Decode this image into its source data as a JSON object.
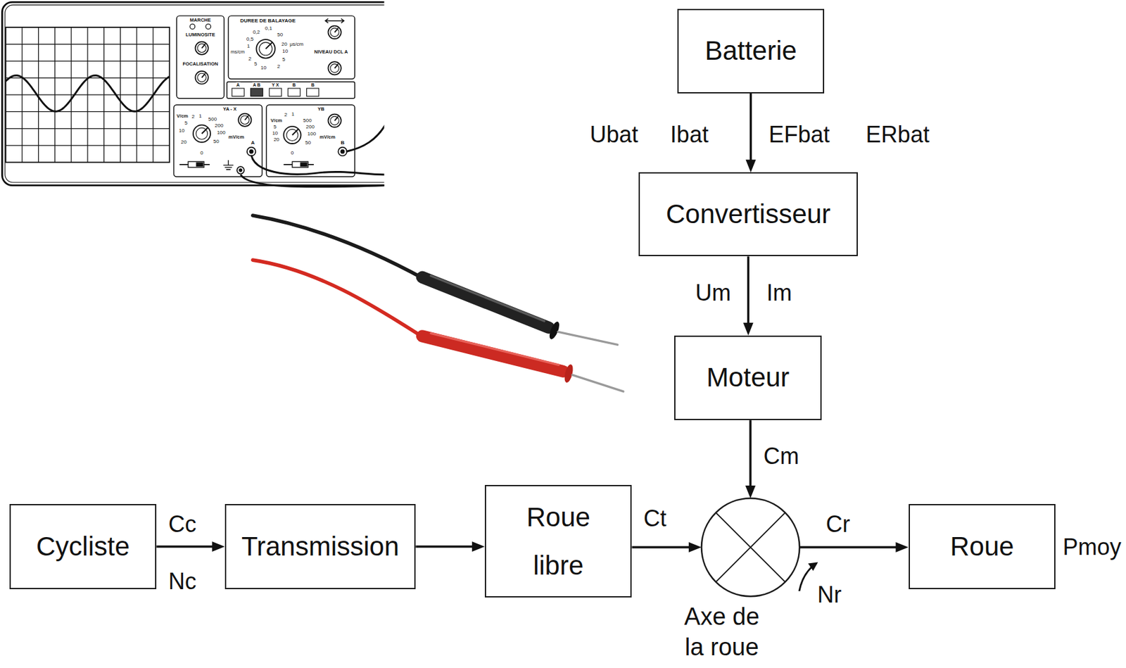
{
  "diagram": {
    "nodes": [
      {
        "text": [
          "Batterie"
        ]
      },
      {
        "text": [
          "Convertisseur"
        ]
      },
      {
        "text": [
          "Moteur"
        ]
      },
      {
        "text": [
          "Cycliste"
        ]
      },
      {
        "text": [
          "Transmission"
        ]
      },
      {
        "text": [
          "Roue libre"
        ]
      },
      {
        "text": [
          "Axe de la roue"
        ]
      },
      {
        "text": [
          "Roue"
        ]
      }
    ],
    "edges": [
      {
        "from": 0,
        "to": 1,
        "arrow": "to"
      },
      {
        "from": 1,
        "to": 2,
        "arrow": "to"
      },
      {
        "from": 2,
        "to": 6,
        "arrow": "to"
      },
      {
        "from": 3,
        "to": 4,
        "arrow": "to"
      },
      {
        "from": 4,
        "to": 5,
        "arrow": "to"
      },
      {
        "from": 5,
        "to": 6,
        "arrow": "to"
      },
      {
        "from": 6,
        "to": 7,
        "arrow": "to"
      }
    ],
    "labels": [
      "Ubat",
      "Ibat",
      "EFbat",
      "ERbat",
      "Um",
      "Im",
      "Cm",
      "Cc",
      "Nc",
      "Ct",
      "Cr",
      "Nr",
      "Pmoy",
      "MARCHE",
      "LUMINOSITE",
      "FOCALISATION",
      "DUREE DE BALAYAGE",
      "0,1",
      "0,2",
      "50",
      "0,5",
      "20",
      "μs/cm",
      "1",
      "ms/cm",
      "10",
      "2",
      "5",
      "10",
      "2",
      "5",
      "NIVEAU DCL A",
      "A",
      "A B",
      "Y X",
      "B",
      "B",
      "V/cm",
      "2",
      "1",
      "5",
      "10",
      "20",
      "500",
      "200",
      "100",
      "mV/cm",
      "50",
      "0",
      "YA - X",
      "A",
      "V/cm",
      "2",
      "1",
      "5",
      "10",
      "20",
      "500",
      "200",
      "100",
      "mV/cm",
      "50",
      "0",
      "YB",
      "B"
    ]
  }
}
